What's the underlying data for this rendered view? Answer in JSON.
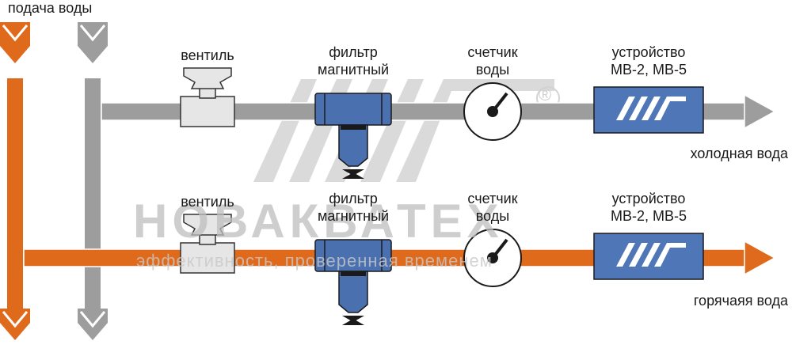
{
  "labels": {
    "supply": "подача воды",
    "valve": "вентиль",
    "filter_line1": "фильтр",
    "filter_line2": "магнитный",
    "meter_line1": "счетчик",
    "meter_line2": "воды",
    "device_line1": "устройство",
    "device_line2": "МВ-2, МВ-5",
    "cold_water": "холодная вода",
    "hot_water": "горячаяя вода"
  },
  "watermark": {
    "brand": "НОВАКВАТЕХ",
    "slogan": "эффективность, проверенная временем",
    "registered": "®"
  },
  "colors": {
    "hot_pipe": "#e06a1c",
    "cold_pipe": "#9d9d9d",
    "device_blue": "#4f77b7",
    "filter_blue": "#4a70b0",
    "valve_body": "#e6e6e6",
    "watermark": "#d4d4d4"
  },
  "icons": {
    "device_logo": "mvt-logo-icon",
    "meter": "gauge-icon",
    "valve": "valve-icon",
    "filter": "magnetic-filter-icon"
  }
}
